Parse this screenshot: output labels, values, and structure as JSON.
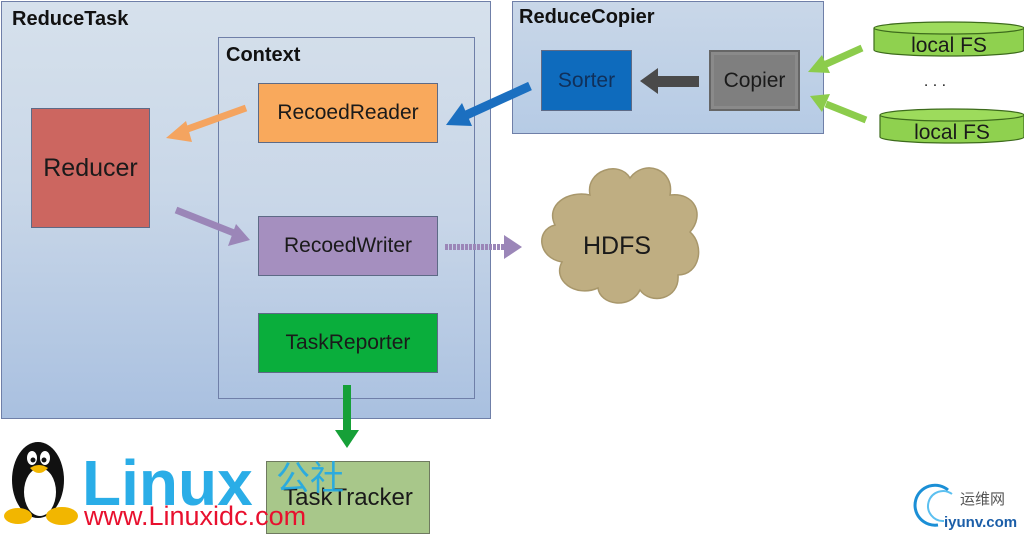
{
  "diagram": {
    "reduce_task": {
      "title": "ReduceTask"
    },
    "context": {
      "title": "Context"
    },
    "reduce_copier": {
      "title": "ReduceCopier"
    },
    "nodes": {
      "reducer": "Reducer",
      "record_reader": "RecoedReader",
      "record_writer": "RecoedWriter",
      "task_reporter": "TaskReporter",
      "sorter": "Sorter",
      "copier": "Copier",
      "hdfs": "HDFS",
      "task_tracker": "TaskTracker",
      "local_fs_1": "local FS",
      "local_fs_2": "local FS",
      "ellipsis": ". . ."
    },
    "edges": [
      {
        "from": "record_reader",
        "to": "reducer",
        "color": "#f4a460"
      },
      {
        "from": "reducer",
        "to": "record_writer",
        "color": "#9b86b8"
      },
      {
        "from": "record_writer",
        "to": "hdfs",
        "color": "#9b86b8"
      },
      {
        "from": "sorter",
        "to": "record_reader",
        "color": "#1b6fc0"
      },
      {
        "from": "copier",
        "to": "sorter",
        "color": "#4a4a4a"
      },
      {
        "from": "local_fs_1",
        "to": "copier",
        "color": "#8ccc4c"
      },
      {
        "from": "local_fs_2",
        "to": "copier",
        "color": "#8ccc4c"
      },
      {
        "from": "task_reporter",
        "to": "task_tracker",
        "color": "#16a038"
      }
    ],
    "colors": {
      "reducer": "#cc6660",
      "record_reader": "#f9a95c",
      "record_writer": "#a58fbf",
      "task_reporter": "#0aae3c",
      "sorter": "#0e6bbd",
      "copier": "#7f7f7f",
      "hdfs": "#bfae82",
      "task_tracker": "#a8c78a",
      "local_fs": "#8fd14f"
    }
  },
  "watermarks": {
    "linux_logo": {
      "word": "Linux",
      "cn": "公社",
      "url": "www.Linuxidc.com"
    },
    "iyunv_logo": {
      "cn": "运维网",
      "url": "iyunv.com"
    }
  }
}
